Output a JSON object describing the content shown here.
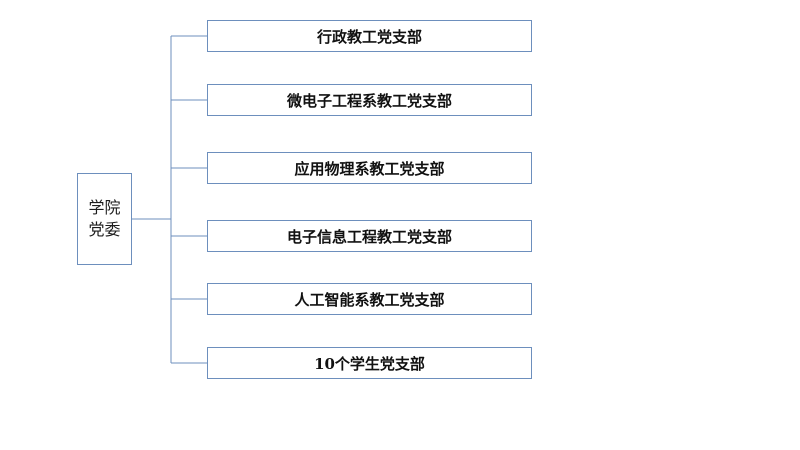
{
  "diagram": {
    "root": {
      "label": "学院党委"
    },
    "branches": [
      {
        "label": "行政教工党支部"
      },
      {
        "label": "微电子工程系教工党支部"
      },
      {
        "label": "应用物理系教工党支部"
      },
      {
        "label": "电子信息工程教工党支部"
      },
      {
        "label": "人工智能系教工党支部"
      },
      {
        "label": "10个学生党支部"
      }
    ],
    "colors": {
      "border": "#6d8fbd",
      "connector": "#6d8fbd",
      "text": "#111111"
    }
  }
}
